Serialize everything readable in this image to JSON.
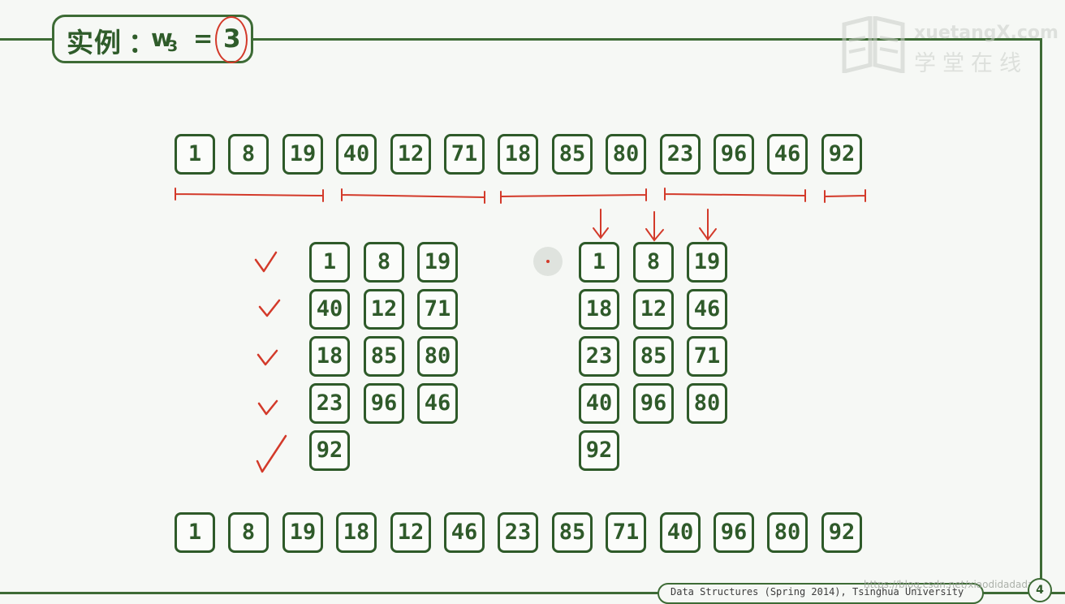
{
  "title": {
    "label": "实例",
    "colon": "：",
    "variable": "w",
    "subscript": "3",
    "equals": "=",
    "value": "3"
  },
  "watermark": {
    "text_en": "xuetangX.com",
    "text_cn": "学堂在线"
  },
  "sequences": {
    "input": [
      1,
      8,
      19,
      40,
      12,
      71,
      18,
      85,
      80,
      23,
      96,
      46,
      92
    ],
    "output": [
      1,
      8,
      19,
      18,
      12,
      46,
      23,
      85,
      71,
      40,
      96,
      80,
      92
    ]
  },
  "matrices": {
    "rows_before": [
      [
        1,
        8,
        19
      ],
      [
        40,
        12,
        71
      ],
      [
        18,
        85,
        80
      ],
      [
        23,
        96,
        46
      ],
      [
        92
      ]
    ],
    "rows_after": [
      [
        1,
        8,
        19
      ],
      [
        18,
        12,
        46
      ],
      [
        23,
        85,
        71
      ],
      [
        40,
        96,
        80
      ],
      [
        92
      ]
    ]
  },
  "annotation_color": "#d33a2a",
  "box_color": "#2e5a29",
  "footer": {
    "text": "Data Structures (Spring 2014), Tsinghua University",
    "url": "https://blog.csdn.net/xiaodidadada",
    "page": "4"
  }
}
